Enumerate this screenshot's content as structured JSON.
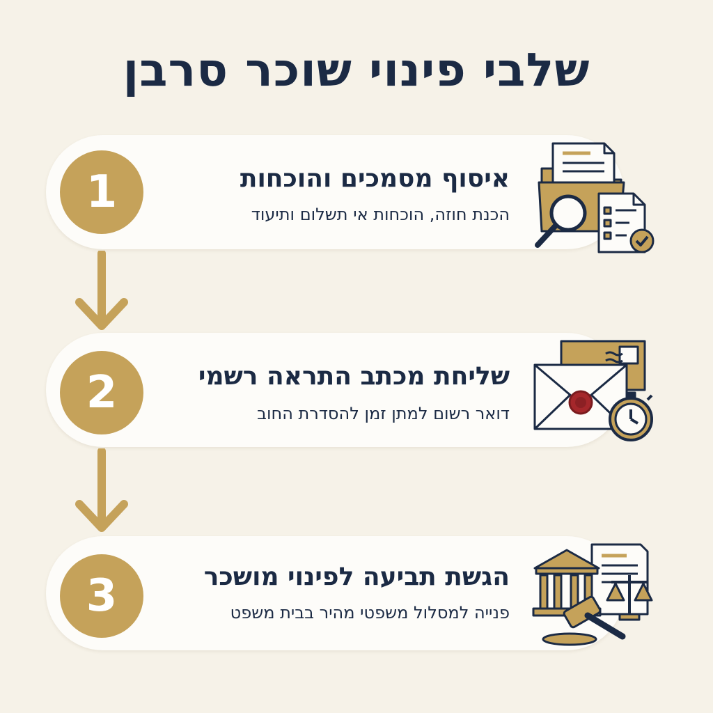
{
  "title": "שלבי פינוי שוכר סרבן",
  "colors": {
    "background": "#f6f2e8",
    "card": "#fdfcf9",
    "accent_gold": "#c5a25a",
    "navy": "#1b2a44",
    "seal_red": "#a5272b"
  },
  "steps": [
    {
      "number": "1",
      "title": "איסוף מסמכים והוכחות",
      "description": "הכנת חוזה, הוכחות אי תשלום ותיעוד",
      "icon": "folder-documents-magnifier-checklist-icon"
    },
    {
      "number": "2",
      "title": "שליחת מכתב התראה רשמי",
      "description": "דואר רשום למתן זמן להסדרת החוב",
      "icon": "sealed-envelope-stopwatch-icon"
    },
    {
      "number": "3",
      "title": "הגשת תביעה לפינוי מושכר",
      "description": "פנייה למסלול משפטי מהיר בבית משפט",
      "icon": "courthouse-gavel-scales-icon"
    }
  ]
}
